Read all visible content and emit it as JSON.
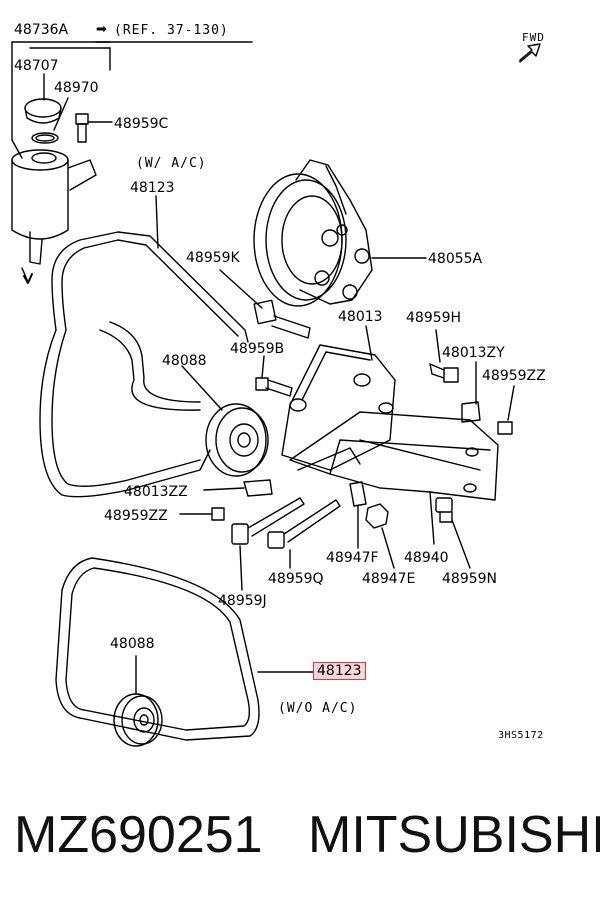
{
  "header": {
    "part_top": "48736A",
    "ref_arrow": "➡",
    "ref_text": "(REF. 37-130)",
    "fwd": "FWD"
  },
  "labels": {
    "p48707": "48707",
    "p48970": "48970",
    "p48959C": "48959C",
    "with_ac": "(W/ A/C)",
    "p48123_top": "48123",
    "p48959K": "48959K",
    "p48055A": "48055A",
    "p48013": "48013",
    "p48959H": "48959H",
    "p48088_top": "48088",
    "p48959B": "48959B",
    "p48013ZY": "48013ZY",
    "p48959ZZ_right": "48959ZZ",
    "p48013ZZ": "48013ZZ",
    "p48959ZZ_left": "48959ZZ",
    "p48947F": "48947F",
    "p48940": "48940",
    "p48959Q": "48959Q",
    "p48947E": "48947E",
    "p48959N": "48959N",
    "p48959J": "48959J",
    "p48088_bottom": "48088",
    "p48123_bottom": "48123",
    "without_ac": "(W/O A/C)",
    "drawing_code": "3HS5172"
  },
  "footer": {
    "part_number": "MZ690251",
    "brand": "MITSUBISHI"
  },
  "colors": {
    "highlight_fill": "#f6d7dc",
    "highlight_border": "#d9353f"
  }
}
